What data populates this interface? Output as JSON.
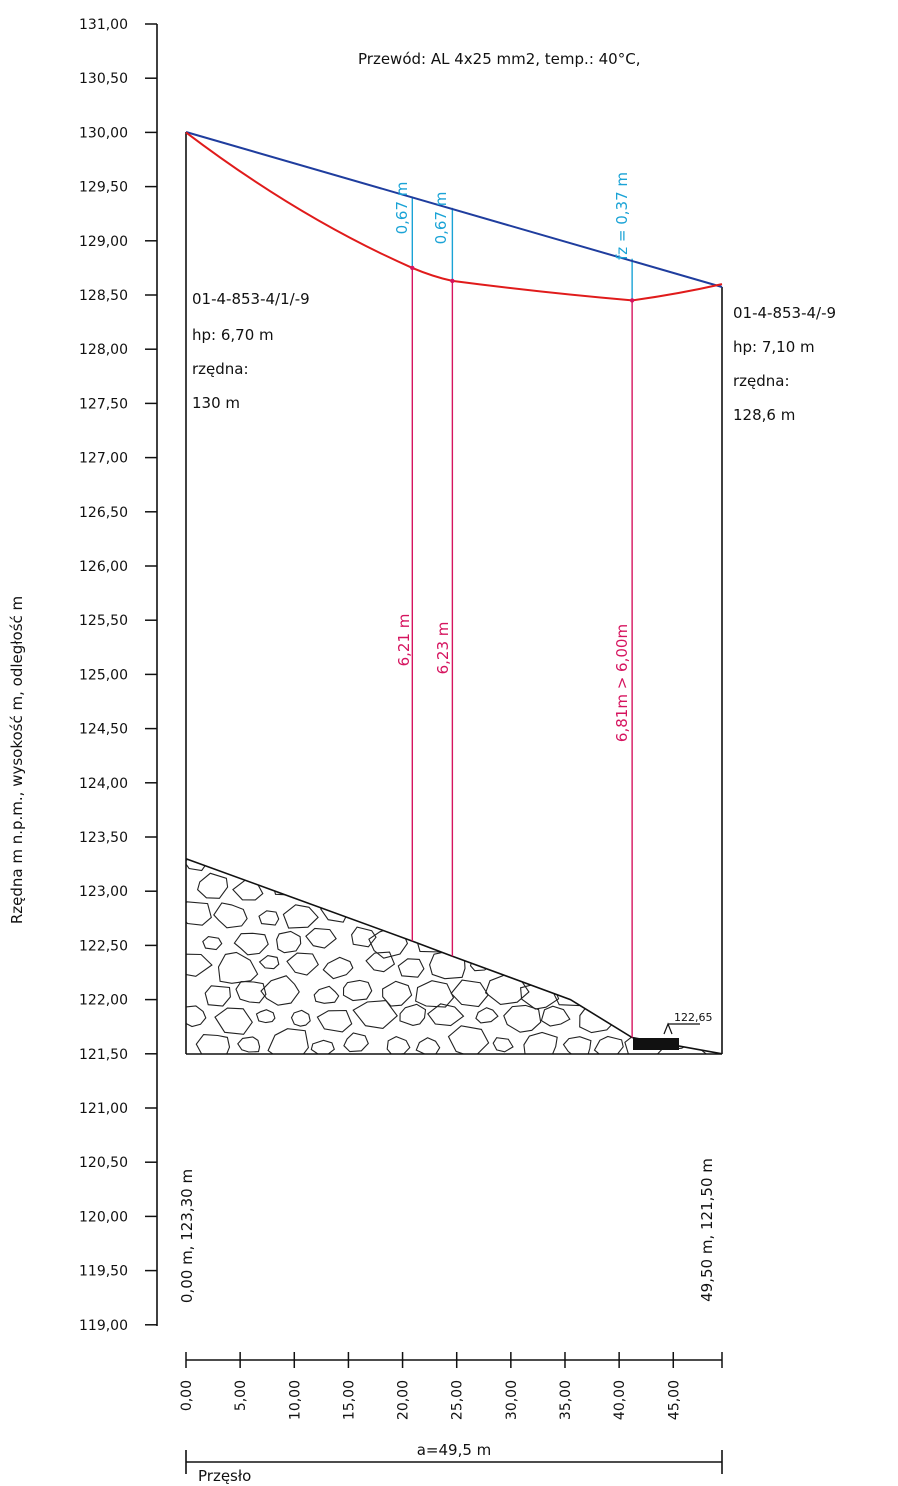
{
  "title": "Przewód: AL 4x25 mm2, temp.: 40°C,",
  "ylabel": "Rzędna m n.p.m., wysokość m, odległość m",
  "y_axis_ticks": [
    "131,00",
    "130,50",
    "130,00",
    "129,50",
    "129,00",
    "128,50",
    "128,00",
    "127,50",
    "127,00",
    "126,50",
    "126,00",
    "125,50",
    "125,00",
    "124,50",
    "124,00",
    "123,50",
    "123,00",
    "122,50",
    "122,00",
    "121,50",
    "121,00",
    "120,50",
    "120,00",
    "119,50",
    "119,00"
  ],
  "x_axis_ticks": [
    "0,00",
    "5,00",
    "10,00",
    "15,00",
    "20,00",
    "25,00",
    "30,00",
    "35,00",
    "40,00",
    "45,00"
  ],
  "left_pole": {
    "id": "01-4-853-4/1/-9",
    "height": "hp: 6,70 m",
    "elev_label": "rzędna:",
    "elev_value": "130 m"
  },
  "right_pole": {
    "id": "01-4-853-4/-9",
    "height": "hp: 7,10 m",
    "elev_label": "rzędna:",
    "elev_value": "128,6 m"
  },
  "left_ground_label": "0,00 m, 123,30 m",
  "right_ground_label": "49,50 m, 121,50 m",
  "sag_labels": [
    "0,67 m",
    "0,67 m",
    "fz = 0,37 m"
  ],
  "clearance_labels": [
    "6,21 m",
    "6,23 m",
    "6,81m > 6,00m"
  ],
  "ground_marker": "122,65",
  "span_label": "a=49,5 m",
  "span_name": "Przęsło",
  "colors": {
    "chord": "#1f3d9e",
    "conductor": "#e01b1b",
    "clearance": "#d6145f",
    "sag": "#1aa3d6"
  },
  "chart_data": {
    "type": "line",
    "series": [
      {
        "x": [
          0,
          20.9,
          24.6,
          41.2,
          49.5
        ],
        "y": [
          130.0,
          128.75,
          128.63,
          128.45,
          128.6
        ]
      },
      {
        "x": [
          0,
          49.5
        ],
        "y": [
          130.0,
          128.6
        ]
      }
    ],
    "ground": {
      "x": [
        0,
        20.9,
        24.6,
        35.5,
        41.2,
        49.5
      ],
      "y": [
        123.3,
        122.54,
        122.4,
        122.0,
        121.65,
        121.5
      ]
    },
    "ylim": [
      119.0,
      131.0
    ],
    "xlim": [
      0,
      49.5
    ]
  }
}
